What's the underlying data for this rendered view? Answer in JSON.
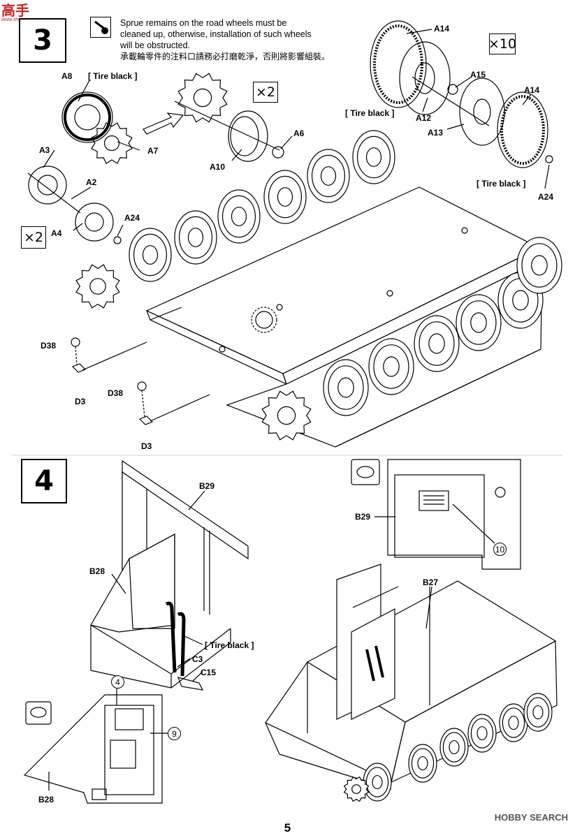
{
  "watermark": {
    "logo_text": "高手",
    "logo_sub": "www.showan.com",
    "footer": "HOBBY SEARCH"
  },
  "page_number": "5",
  "step3": {
    "number": "3",
    "note_en": [
      "Sprue remains on the road wheels must be",
      "cleaned up, otherwise, installation of such wheels",
      "will be obstructed."
    ],
    "note_zh": "承載輪零件的注料口請務必打磨乾淨，否則將影響組裝。",
    "multipliers": [
      "×2",
      "×10",
      "×2"
    ],
    "labels": {
      "a8": "A8",
      "tire_black_1": "[ Tire black ]",
      "a7": "A7",
      "a3": "A3",
      "a2": "A2",
      "a4": "A4",
      "a24_left": "A24",
      "a10": "A10",
      "a6": "A6",
      "a14_top": "A14",
      "a15": "A15",
      "a14_right": "A14",
      "tire_black_2": "[ Tire black ]",
      "a12": "A12",
      "a13": "A13",
      "tire_black_3": "[ Tire black ]",
      "a24_right": "A24",
      "d38_1": "D38",
      "d3_1": "D3",
      "d38_2": "D38",
      "d3_2": "D3"
    }
  },
  "step4": {
    "number": "4",
    "labels": {
      "b29_main": "B29",
      "b28_main": "B28",
      "tire_black": "[ Tire black ]",
      "c3": "C3",
      "c15": "C15",
      "b29_detail": "B29",
      "b27": "B27",
      "b28_detail": "B28"
    },
    "decals": [
      "4",
      "9",
      "10"
    ]
  }
}
